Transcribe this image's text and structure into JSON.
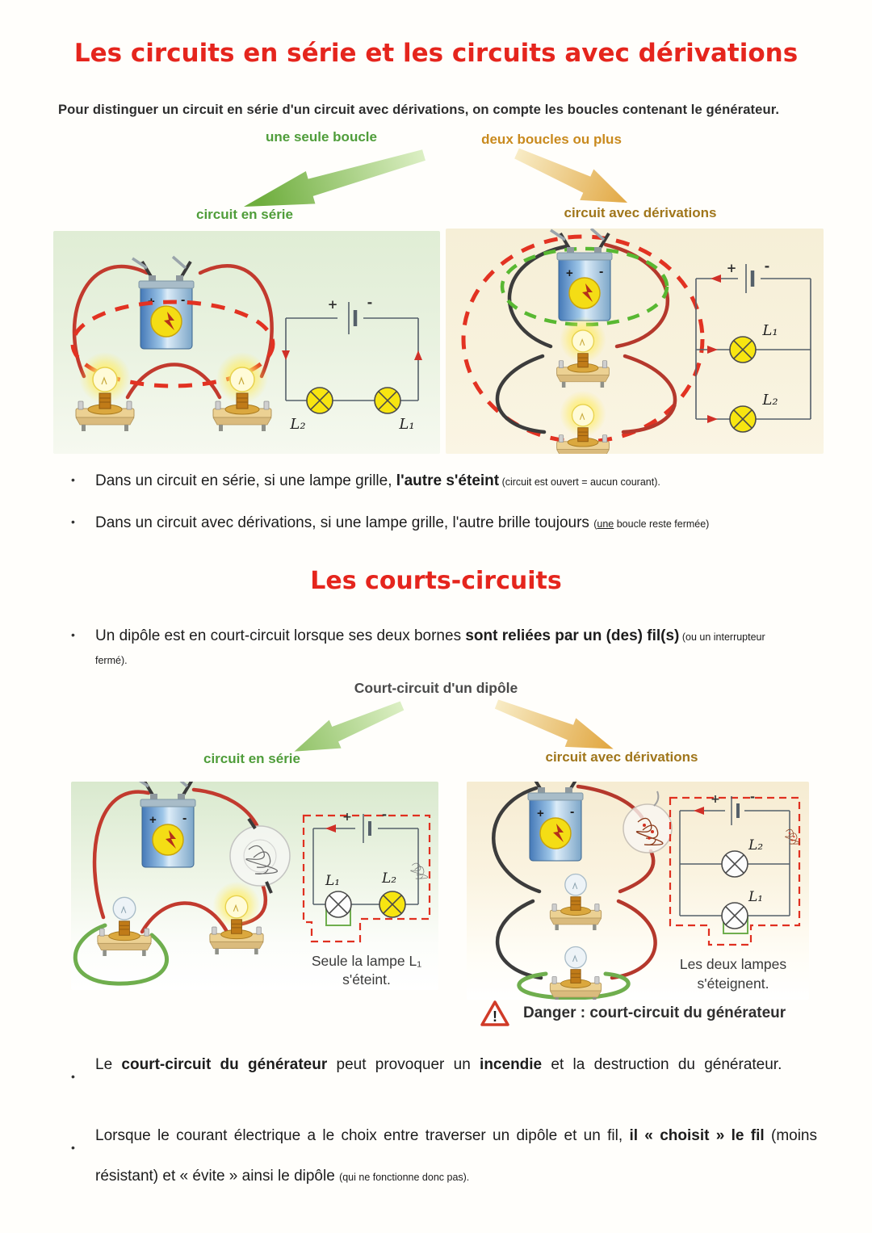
{
  "page": {
    "title1": "Les circuits en série et les circuits avec dérivations",
    "intro": "Pour distinguer un circuit en série d'un circuit avec dérivations, on compte les boucles contenant le générateur.",
    "title2": "Les courts-circuits",
    "court_circuit_header": "Court-circuit d'un dipôle",
    "bullet_char": "•"
  },
  "colors": {
    "title_red": "#e5251d",
    "label_green": "#4f9d3a",
    "label_orange": "#c98a1e",
    "label_brown": "#a0761b",
    "loop_dashed_red": "#e23222",
    "loop_dashed_green": "#58b832",
    "short_wire_green": "#6fae4e",
    "lamp_yellow": "#f7e511"
  },
  "flow": {
    "left_condition": "une seule boucle",
    "right_condition": "deux boucles ou plus",
    "serie_label_1": "circuit en série",
    "derivation_label_1": "circuit avec dérivations",
    "serie_label_2": "circuit en série",
    "derivation_label_2": "circuit avec dérivations"
  },
  "bullets": {
    "b1": {
      "pre": "Dans un circuit en série, si une lampe grille, ",
      "bold": "l'autre s'éteint",
      "small": " (circuit est ouvert = aucun courant)."
    },
    "b2": {
      "pre": "Dans un circuit avec dérivations, si une lampe grille, l'autre brille toujours ",
      "small_open": "(",
      "small_u": "une",
      "small_rest": " boucle reste fermée)"
    },
    "b3": {
      "pre": "Un dipôle est en court-circuit lorsque ses deux bornes ",
      "bold": "sont reliées par un (des) fil(s)",
      "small": " (ou un interrupteur fermé)."
    },
    "b4": {
      "pre": "Le ",
      "bold1": "court-circuit du générateur",
      "mid": " peut provoquer un ",
      "bold2": "incendie",
      "post": " et la destruction du générateur."
    },
    "b5": {
      "pre": "Lorsque le courant électrique a le choix entre traverser un dipôle et un fil, ",
      "bold": "il « choisit » le fil",
      "mid": " (moins résistant) et « évite » ainsi le dipôle ",
      "small": "(qui ne fonctionne donc pas)."
    }
  },
  "diagrams": {
    "sym": {
      "plus": "+",
      "minus": "-"
    },
    "serie": {
      "lamp_left": "L₂",
      "lamp_right": "L₁"
    },
    "derivation": {
      "lamp_top": "L₁",
      "lamp_bottom": "L₂"
    },
    "cc_serie": {
      "lamp_left": "L₁",
      "lamp_right": "L₂",
      "caption1": "Seule la lampe L₁",
      "caption2": "s'éteint."
    },
    "cc_derivation": {
      "lamp_top": "L₂",
      "lamp_bottom": "L₁",
      "caption1": "Les deux lampes",
      "caption2": "s'éteignent.",
      "warning_mark": "!",
      "danger": "Danger : court-circuit du générateur"
    }
  }
}
